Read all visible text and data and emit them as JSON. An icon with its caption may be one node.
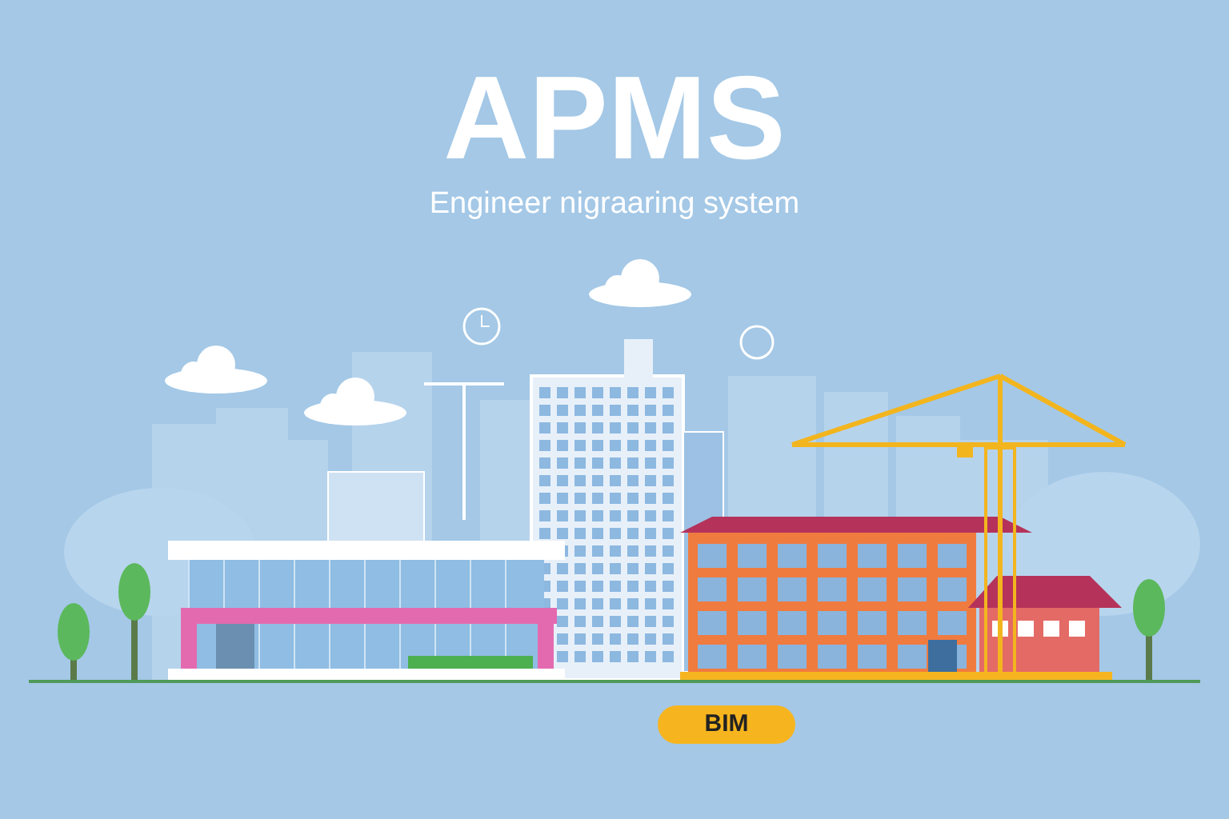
{
  "diagram": {
    "title": "APMS",
    "labels": [
      "Engineer nigraaring system",
      "BIM"
    ]
  }
}
